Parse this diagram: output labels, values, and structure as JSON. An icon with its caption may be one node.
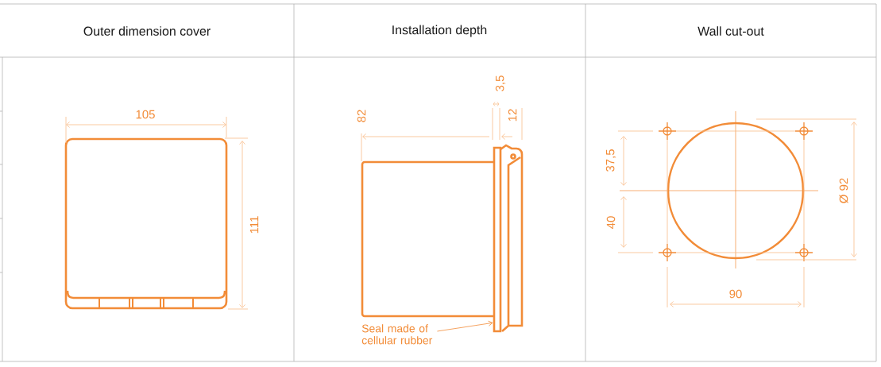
{
  "diagram": {
    "nodes": [
      {
        "text": [
          "Seal made of cellular rubber"
        ]
      },
      {
        "text": [],
        "shape": "bar"
      }
    ],
    "edges": [
      {
        "from": 0,
        "to": 1,
        "arrow": "to"
      }
    ],
    "labels": [
      "Outer dimension cover",
      "Installation depth",
      "Wall cut-out",
      "105",
      "111",
      "82",
      "3,5",
      "12",
      "37,5",
      "40",
      "Ø 92",
      "90"
    ]
  }
}
